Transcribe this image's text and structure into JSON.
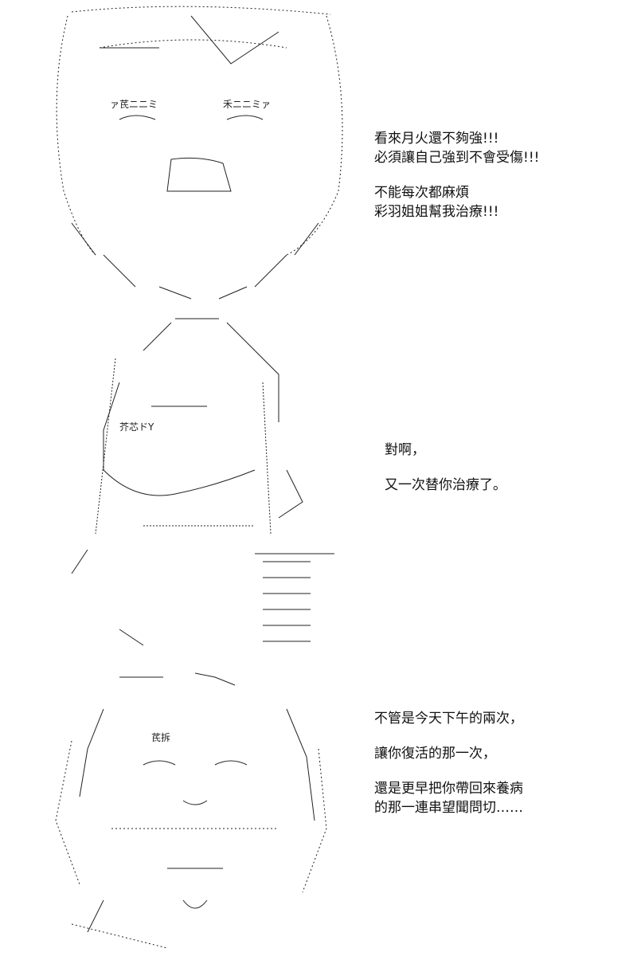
{
  "panels": [
    {
      "dialogue": [
        "看來月火還不夠強!!!",
        "必須讓自己強到不會受傷!!!",
        "不能每次都麻煩",
        "彩羽姐姐幫我治療!!!"
      ]
    },
    {
      "dialogue": [
        "對啊，",
        "又一次替你治療了。"
      ]
    },
    {
      "dialogue": [
        "不管是今天下午的兩次，",
        "讓你復活的那一次，",
        "還是更早把你帶回來養病",
        "的那一連串望聞問切……"
      ]
    }
  ],
  "art_glyphs": {
    "p1_eyes_left": "ァ芪ニニミ",
    "p1_eyes_right": "禾ニニミァ",
    "p2_eyes": "芥芯ドY",
    "p3_eyes": "芪拆"
  }
}
